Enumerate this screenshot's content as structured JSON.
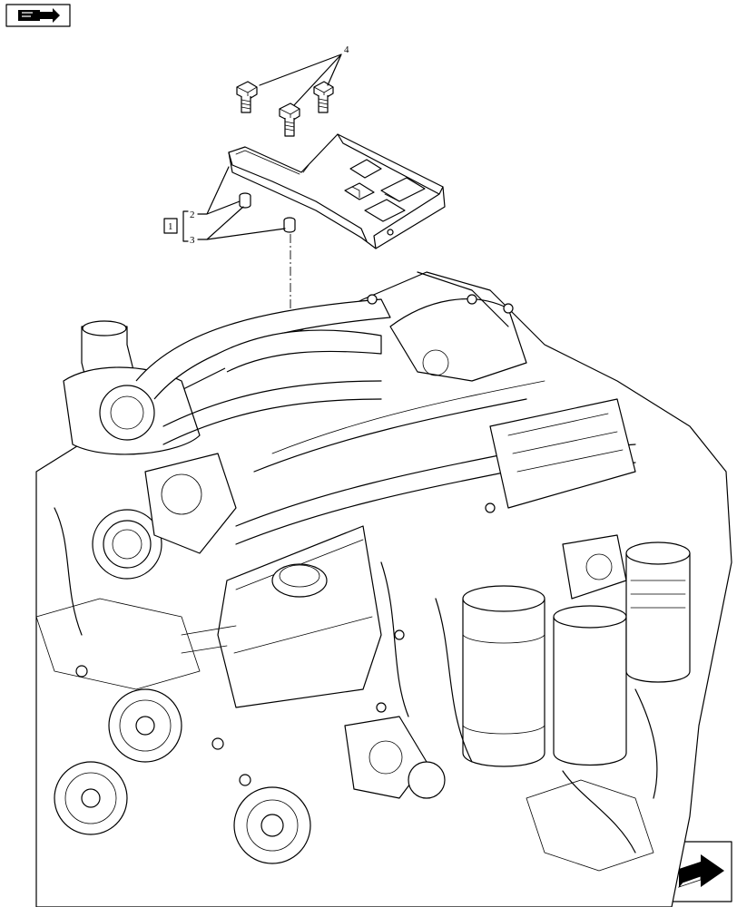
{
  "diagram": {
    "callouts": [
      {
        "id": "callout-1",
        "text": "1"
      },
      {
        "id": "callout-2",
        "text": "2"
      },
      {
        "id": "callout-3",
        "text": "3"
      },
      {
        "id": "callout-4",
        "text": "4"
      }
    ],
    "icons": {
      "top_left": "book-arrow-icon",
      "bottom_right": "next-page-arrow-icon"
    }
  }
}
